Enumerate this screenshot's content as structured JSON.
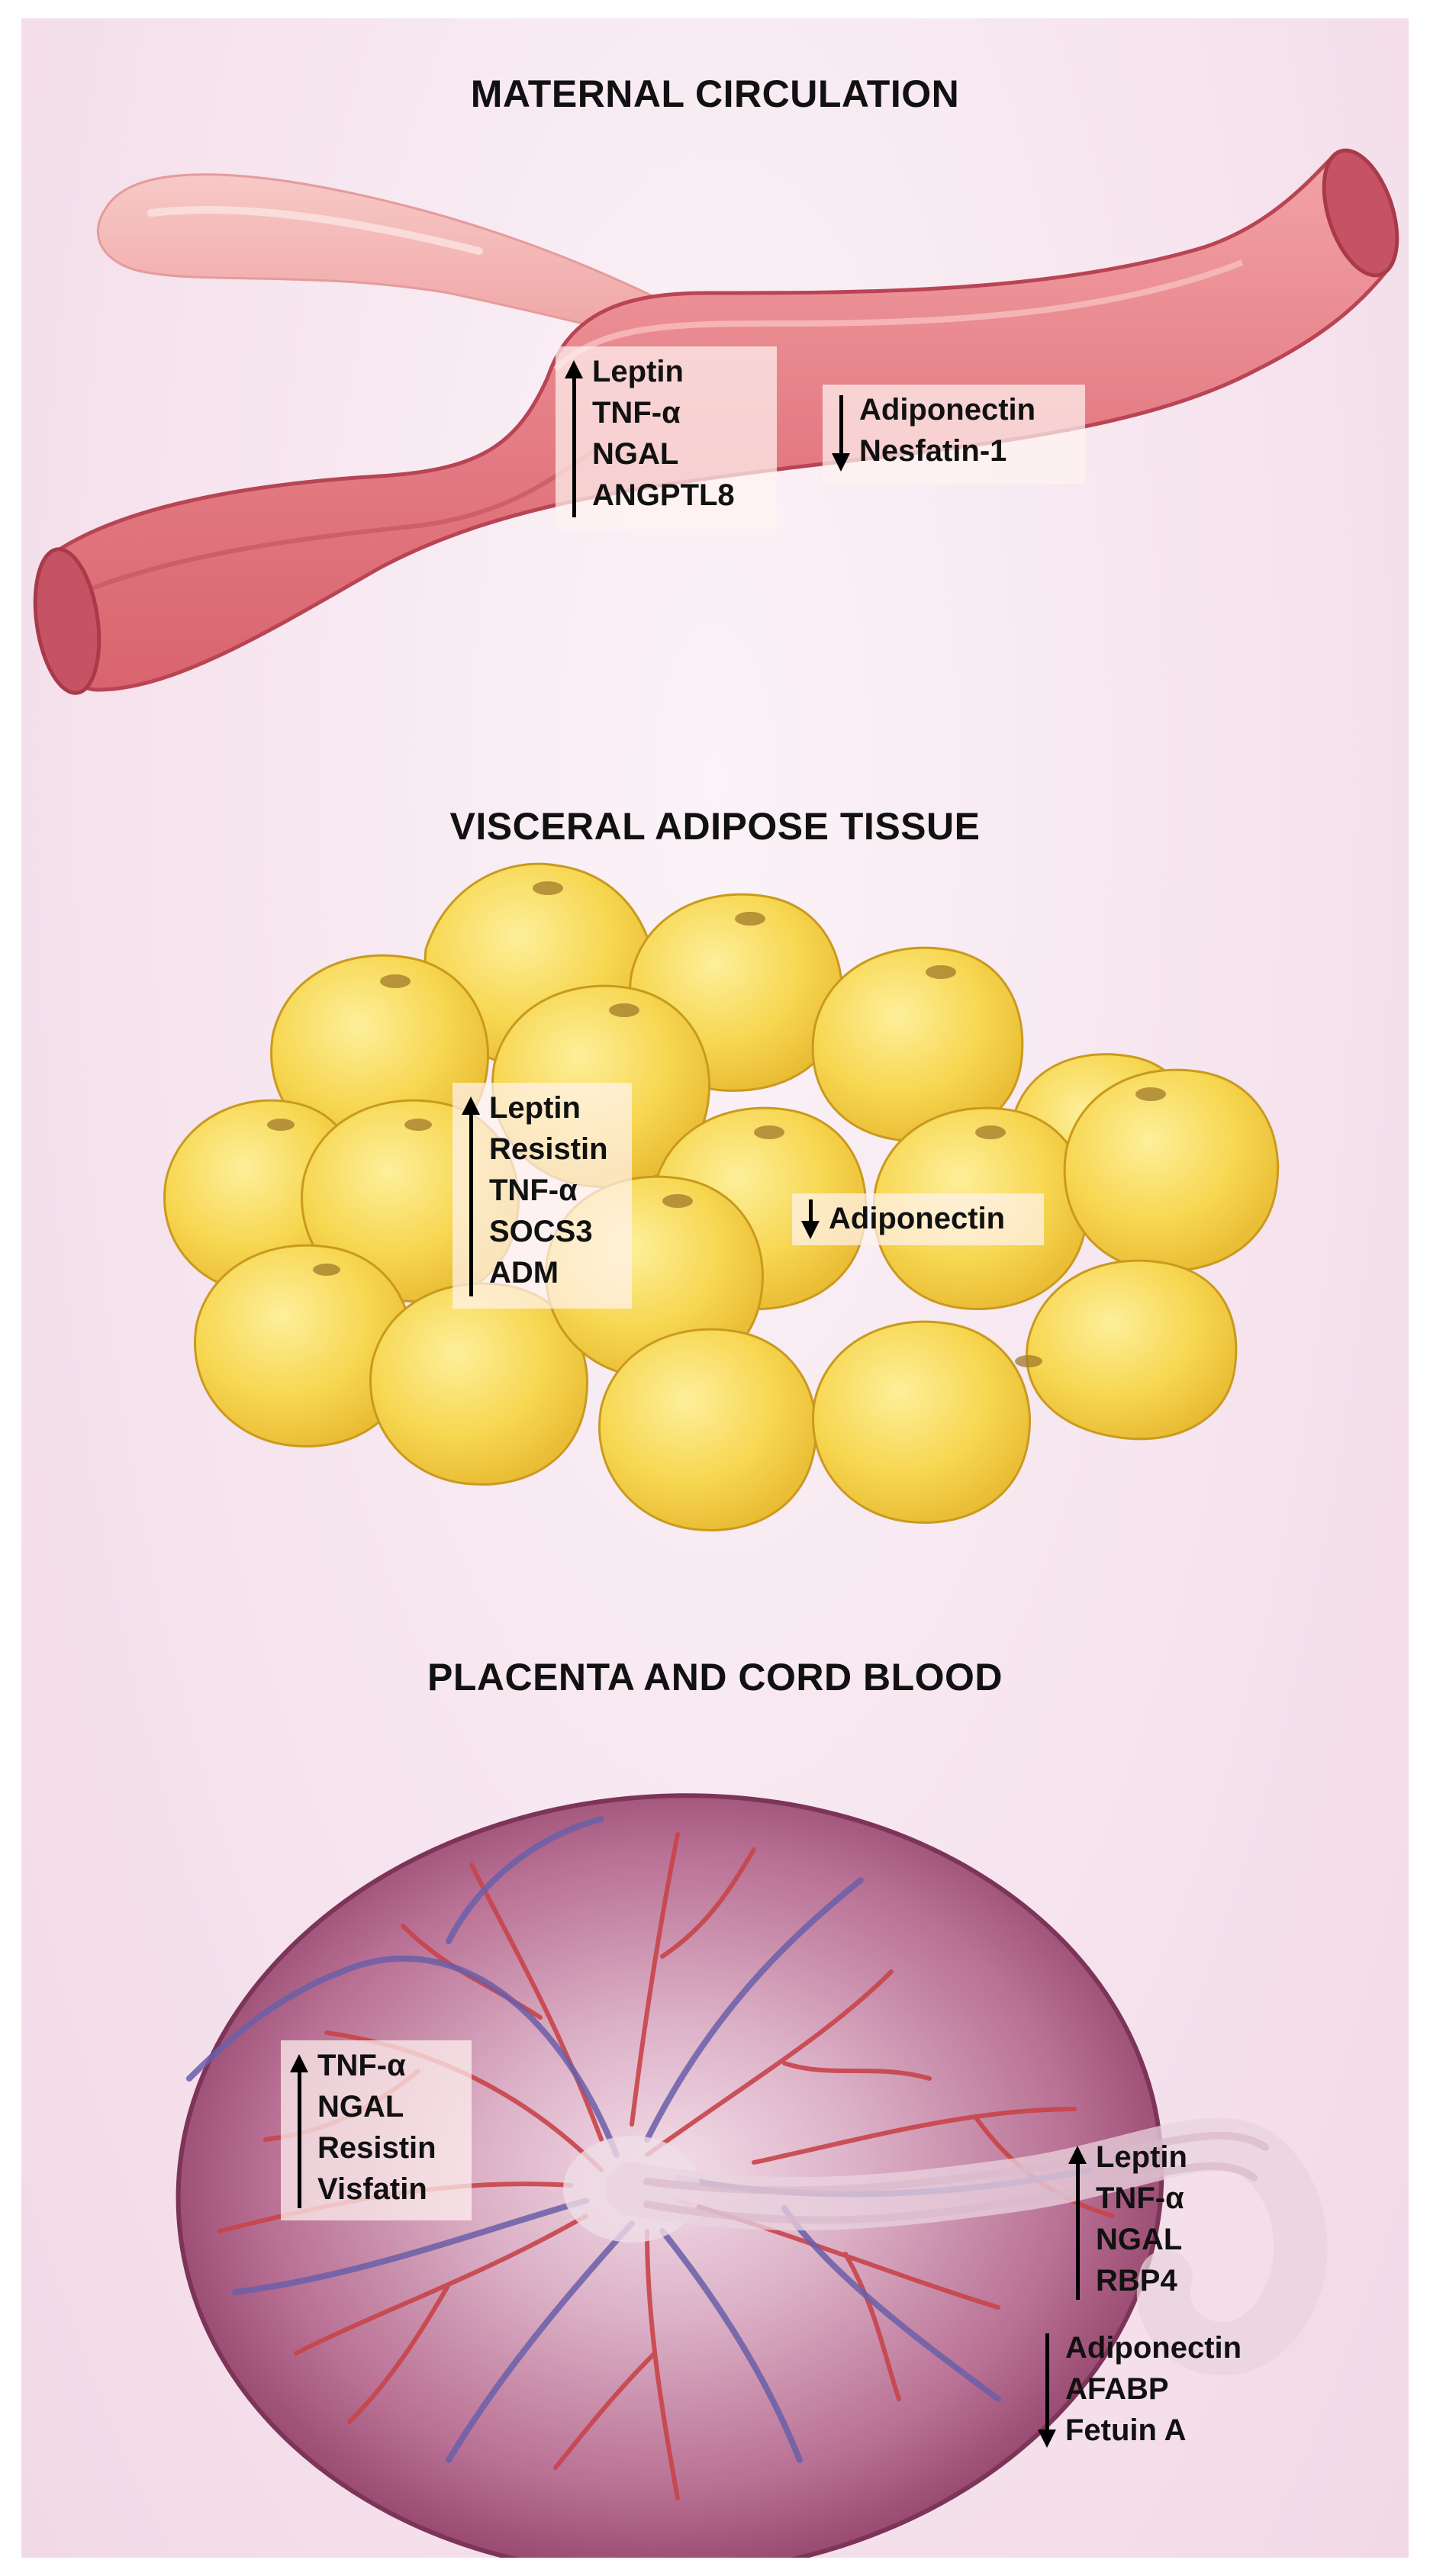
{
  "sections": {
    "maternal": {
      "title": "MATERNAL CIRCULATION",
      "up": [
        "Leptin",
        "TNF-α",
        "NGAL",
        "ANGPTL8"
      ],
      "down": [
        "Adiponectin",
        "Nesfatin-1"
      ]
    },
    "adipose": {
      "title": "VISCERAL ADIPOSE TISSUE",
      "up": [
        "Leptin",
        "Resistin",
        "TNF-α",
        "SOCS3",
        "ADM"
      ],
      "down": [
        "Adiponectin"
      ]
    },
    "placenta": {
      "title": "PLACENTA AND CORD BLOOD",
      "placenta_up": [
        "TNF-α",
        "NGAL",
        "Resistin",
        "Visfatin"
      ],
      "cord_up": [
        "Leptin",
        "TNF-α",
        "NGAL",
        "RBP4"
      ],
      "cord_down": [
        "Adiponectin",
        "AFABP",
        "Fetuin A"
      ]
    }
  },
  "icons": [
    "blood-vessel-icon",
    "adipocyte-cluster-icon",
    "placenta-icon",
    "umbilical-cord-icon",
    "up-arrow-icon",
    "down-arrow-icon"
  ],
  "colors": {
    "background": "#f6e4ee",
    "vessel": "#e47c84",
    "adipocyte": "#f6d64e",
    "placenta": "#b0587e",
    "artery": "#c8444a",
    "vein": "#6a5fa8"
  }
}
